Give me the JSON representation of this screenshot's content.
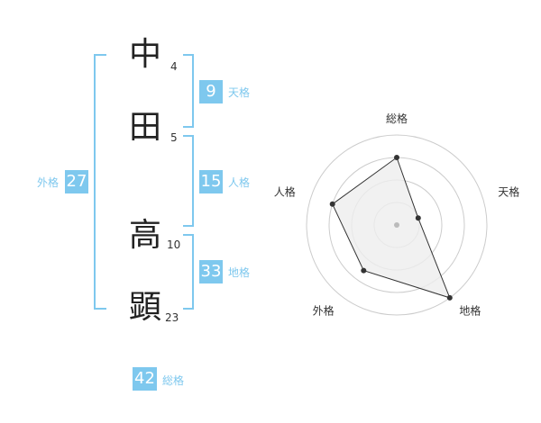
{
  "surname": [
    {
      "char": "中",
      "strokes": "4"
    },
    {
      "char": "田",
      "strokes": "5"
    }
  ],
  "given_name": [
    {
      "char": "高",
      "strokes": "10"
    },
    {
      "char": "顕",
      "strokes": "23"
    }
  ],
  "fortunes": {
    "tenkaku": {
      "value": "9",
      "label": "天格"
    },
    "jinkaku": {
      "value": "15",
      "label": "人格"
    },
    "chikaku": {
      "value": "33",
      "label": "地格"
    },
    "gaikaku": {
      "value": "27",
      "label": "外格"
    },
    "soukaku": {
      "value": "42",
      "label": "総格"
    }
  },
  "chart_data": {
    "type": "radar",
    "axes": [
      "総格",
      "天格",
      "地格",
      "外格",
      "人格"
    ],
    "values": [
      3,
      1,
      4,
      2.5,
      3
    ],
    "range": [
      0,
      4
    ],
    "rings": 4,
    "colors": {
      "fill": "#eeeeee",
      "stroke": "#333333",
      "ring": "#cccccc",
      "center": "#bbbbbb"
    }
  }
}
